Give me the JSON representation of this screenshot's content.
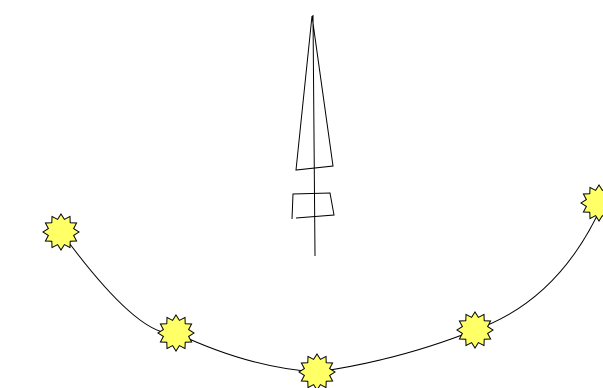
{
  "diagram": {
    "background": "#ffffff",
    "line_color": "#000000",
    "sun_fill": "#ffff66",
    "sun_stroke": "#000000",
    "sun_count": 5,
    "elements": [
      "sundial-gnomon",
      "sun-path-arc",
      "sun-positions"
    ]
  }
}
